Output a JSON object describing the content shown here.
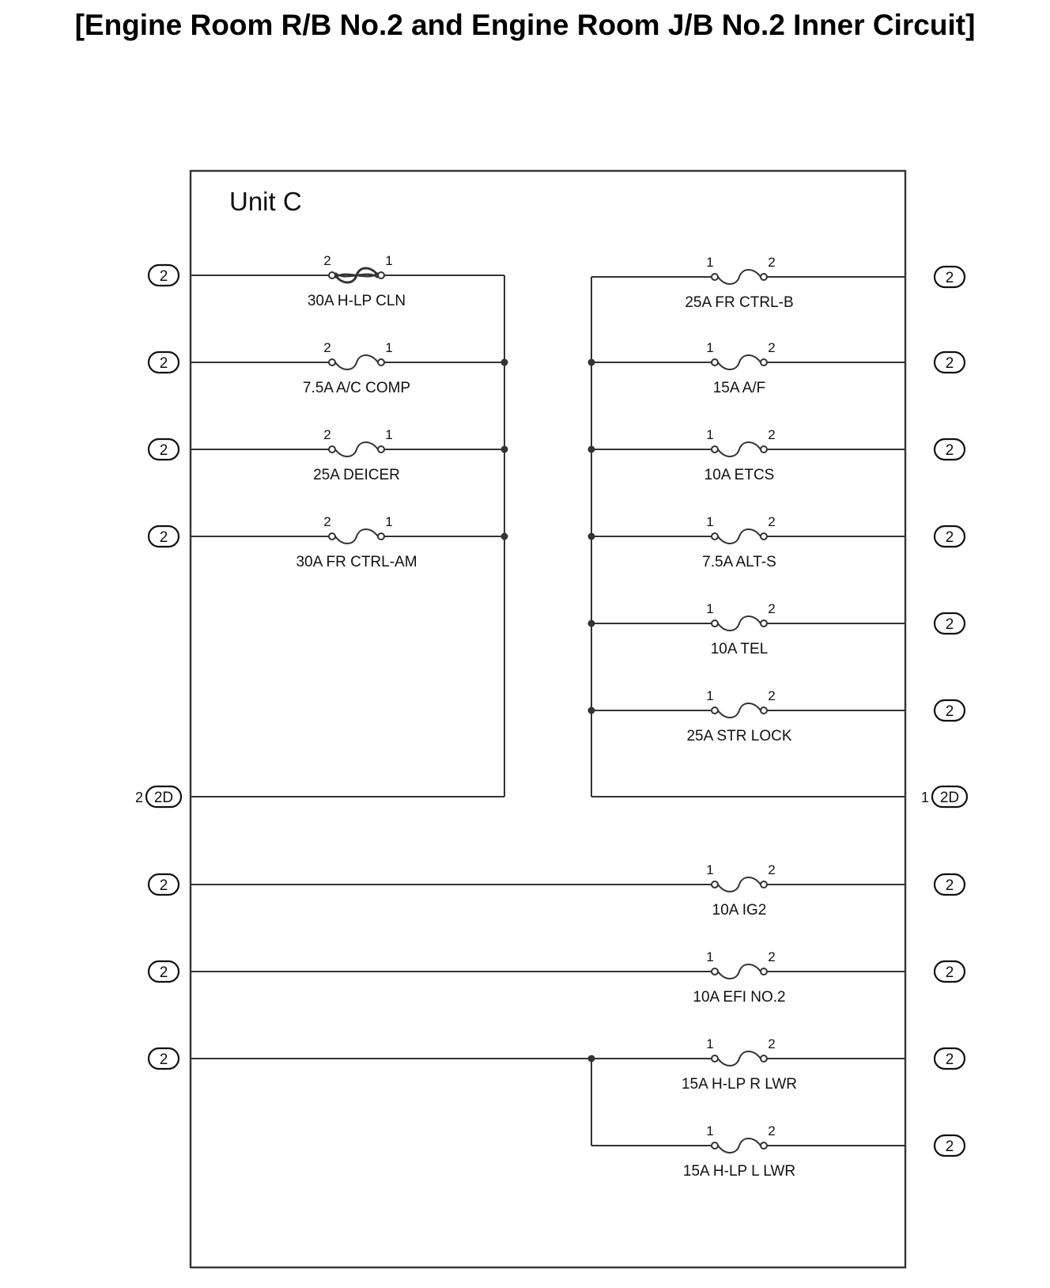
{
  "title": "[Engine Room R/B No.2 and Engine Room J/B No.2 Inner Circuit]",
  "unit_label": "Unit C",
  "colors": {
    "line": "#333333",
    "text": "#111111",
    "background": "#ffffff"
  },
  "left_fuses": [
    {
      "label": "30A H-LP CLN",
      "pin_left": "2",
      "pin_right": "1",
      "connector": "2",
      "style": "heavy"
    },
    {
      "label": "7.5A A/C COMP",
      "pin_left": "2",
      "pin_right": "1",
      "connector": "2",
      "style": "normal"
    },
    {
      "label": "25A DEICER",
      "pin_left": "2",
      "pin_right": "1",
      "connector": "2",
      "style": "normal"
    },
    {
      "label": "30A FR CTRL-AM",
      "pin_left": "2",
      "pin_right": "1",
      "connector": "2",
      "style": "normal"
    }
  ],
  "right_fuses": [
    {
      "label": "25A FR CTRL-B",
      "pin_left": "1",
      "pin_right": "2",
      "connector": "2"
    },
    {
      "label": "15A A/F",
      "pin_left": "1",
      "pin_right": "2",
      "connector": "2"
    },
    {
      "label": "10A ETCS",
      "pin_left": "1",
      "pin_right": "2",
      "connector": "2"
    },
    {
      "label": "7.5A ALT-S",
      "pin_left": "1",
      "pin_right": "2",
      "connector": "2"
    },
    {
      "label": "10A TEL",
      "pin_left": "1",
      "pin_right": "2",
      "connector": "2"
    },
    {
      "label": "25A STR LOCK",
      "pin_left": "1",
      "pin_right": "2",
      "connector": "2"
    }
  ],
  "bus_connectors": {
    "left": {
      "pin": "2",
      "connector": "2D"
    },
    "right": {
      "pin": "1",
      "connector": "2D"
    }
  },
  "lower_fuses": [
    {
      "label": "10A IG2",
      "pin_left": "1",
      "pin_right": "2",
      "connector_left": "2",
      "connector_right": "2"
    },
    {
      "label": "10A EFI NO.2",
      "pin_left": "1",
      "pin_right": "2",
      "connector_left": "2",
      "connector_right": "2"
    },
    {
      "label": "15A H-LP R LWR",
      "pin_left": "1",
      "pin_right": "2",
      "connector_left": "2",
      "connector_right": "2"
    },
    {
      "label": "15A H-LP L LWR",
      "pin_left": "1",
      "pin_right": "2",
      "connector_right": "2"
    }
  ]
}
